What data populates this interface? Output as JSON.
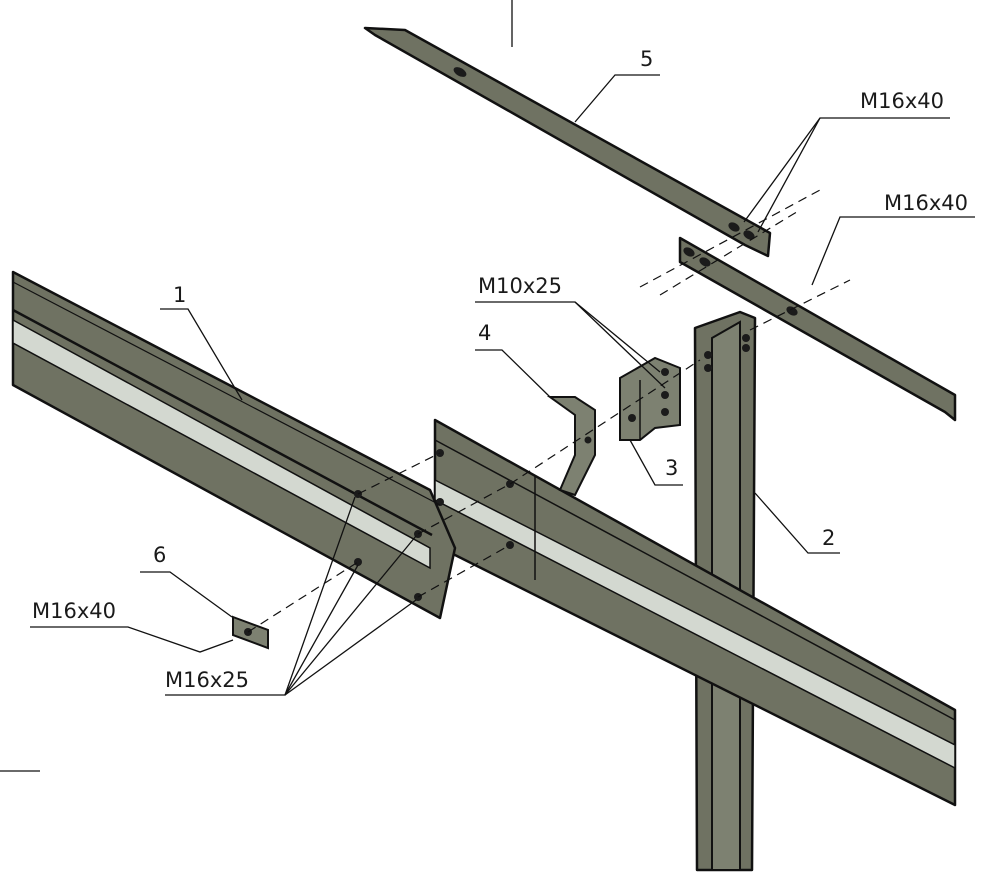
{
  "labels": {
    "part1": "1",
    "part2": "2",
    "part3": "3",
    "part4": "4",
    "part5": "5",
    "part6": "6",
    "bolt_top_rail": "M16x40",
    "bolt_rail_post": "M16x40",
    "bolt_bracket": "M10x25",
    "bolt_plate": "M16x40",
    "bolt_beam_splice": "M16x25"
  },
  "colors": {
    "steel": "#6f7262",
    "highlight": "#d3d8d0",
    "line": "#111111"
  }
}
